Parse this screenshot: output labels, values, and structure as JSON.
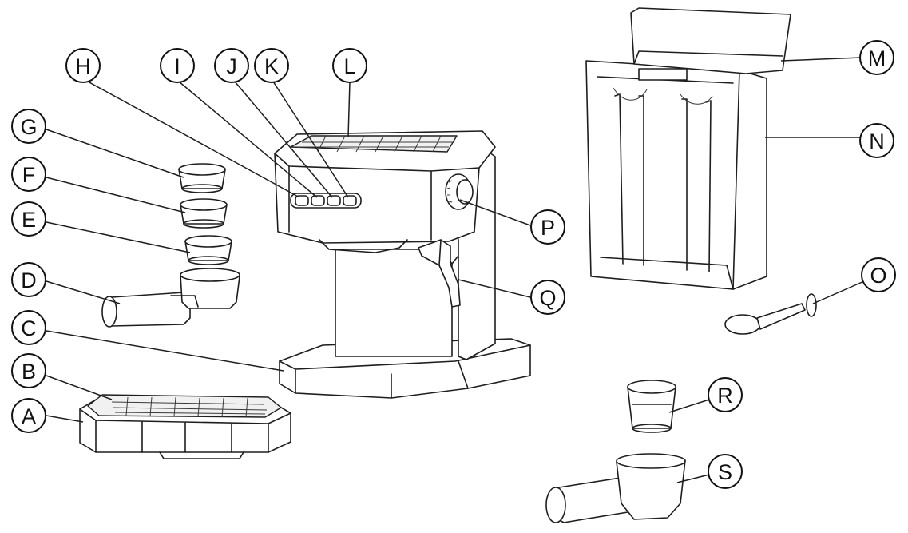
{
  "callouts": [
    {
      "id": "A",
      "label": "A"
    },
    {
      "id": "B",
      "label": "B"
    },
    {
      "id": "C",
      "label": "C"
    },
    {
      "id": "D",
      "label": "D"
    },
    {
      "id": "E",
      "label": "E"
    },
    {
      "id": "F",
      "label": "F"
    },
    {
      "id": "G",
      "label": "G"
    },
    {
      "id": "H",
      "label": "H"
    },
    {
      "id": "I",
      "label": "I"
    },
    {
      "id": "J",
      "label": "J"
    },
    {
      "id": "K",
      "label": "K"
    },
    {
      "id": "L",
      "label": "L"
    },
    {
      "id": "M",
      "label": "M"
    },
    {
      "id": "N",
      "label": "N"
    },
    {
      "id": "O",
      "label": "O"
    },
    {
      "id": "P",
      "label": "P"
    },
    {
      "id": "Q",
      "label": "Q"
    },
    {
      "id": "R",
      "label": "R"
    },
    {
      "id": "S",
      "label": "S"
    }
  ]
}
